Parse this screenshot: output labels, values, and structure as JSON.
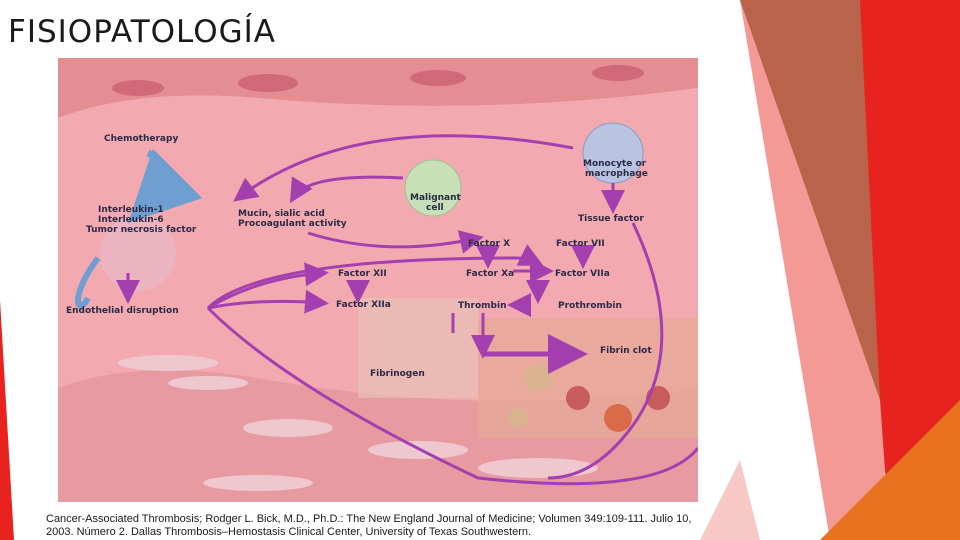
{
  "slide": {
    "title": "FISIOPATOLOGÍA",
    "caption": "Cancer-Associated Thrombosis; Rodger L. Bick, M.D., Ph.D.: The New England Journal of Medicine;  Volumen 349:109-111. Julio 10, 2003. Número 2. Dallas Thrombosis–Hemostasis Clinical Center, University of Texas Southwestern."
  },
  "diagram": {
    "labels": {
      "chemotherapy": "Chemotherapy",
      "monocyte_line1": "Monocyte or",
      "monocyte_line2": "macrophage",
      "malignant_line1": "Malignant",
      "malignant_line2": "cell",
      "interleukin1": "Interleukin-1",
      "interleukin6": "Interleukin-6",
      "tnf": "Tumor necrosis factor",
      "mucin_line1": "Mucin, sialic acid",
      "mucin_line2": "Procoagulant activity",
      "tissue_factor": "Tissue factor",
      "factor_x": "Factor X",
      "factor_vii": "Factor VII",
      "factor_xii": "Factor XII",
      "factor_xa": "Factor Xa",
      "factor_viia": "Factor VIIa",
      "factor_xiia": "Factor XIIa",
      "thrombin": "Thrombin",
      "prothrombin": "Prothrombin",
      "endothelial": "Endothelial disruption",
      "fibrin_clot": "Fibrin clot",
      "fibrinogen": "Fibrinogen"
    },
    "colors": {
      "arrow": "#a43fb0",
      "blue_arrow": "#6f9fd0",
      "vessel": "#e88f98",
      "lumen": "#f4b7bd"
    }
  },
  "decoration": {
    "colors": [
      "#e8231f",
      "#b8634a",
      "#f39a96",
      "#e8721f"
    ]
  }
}
